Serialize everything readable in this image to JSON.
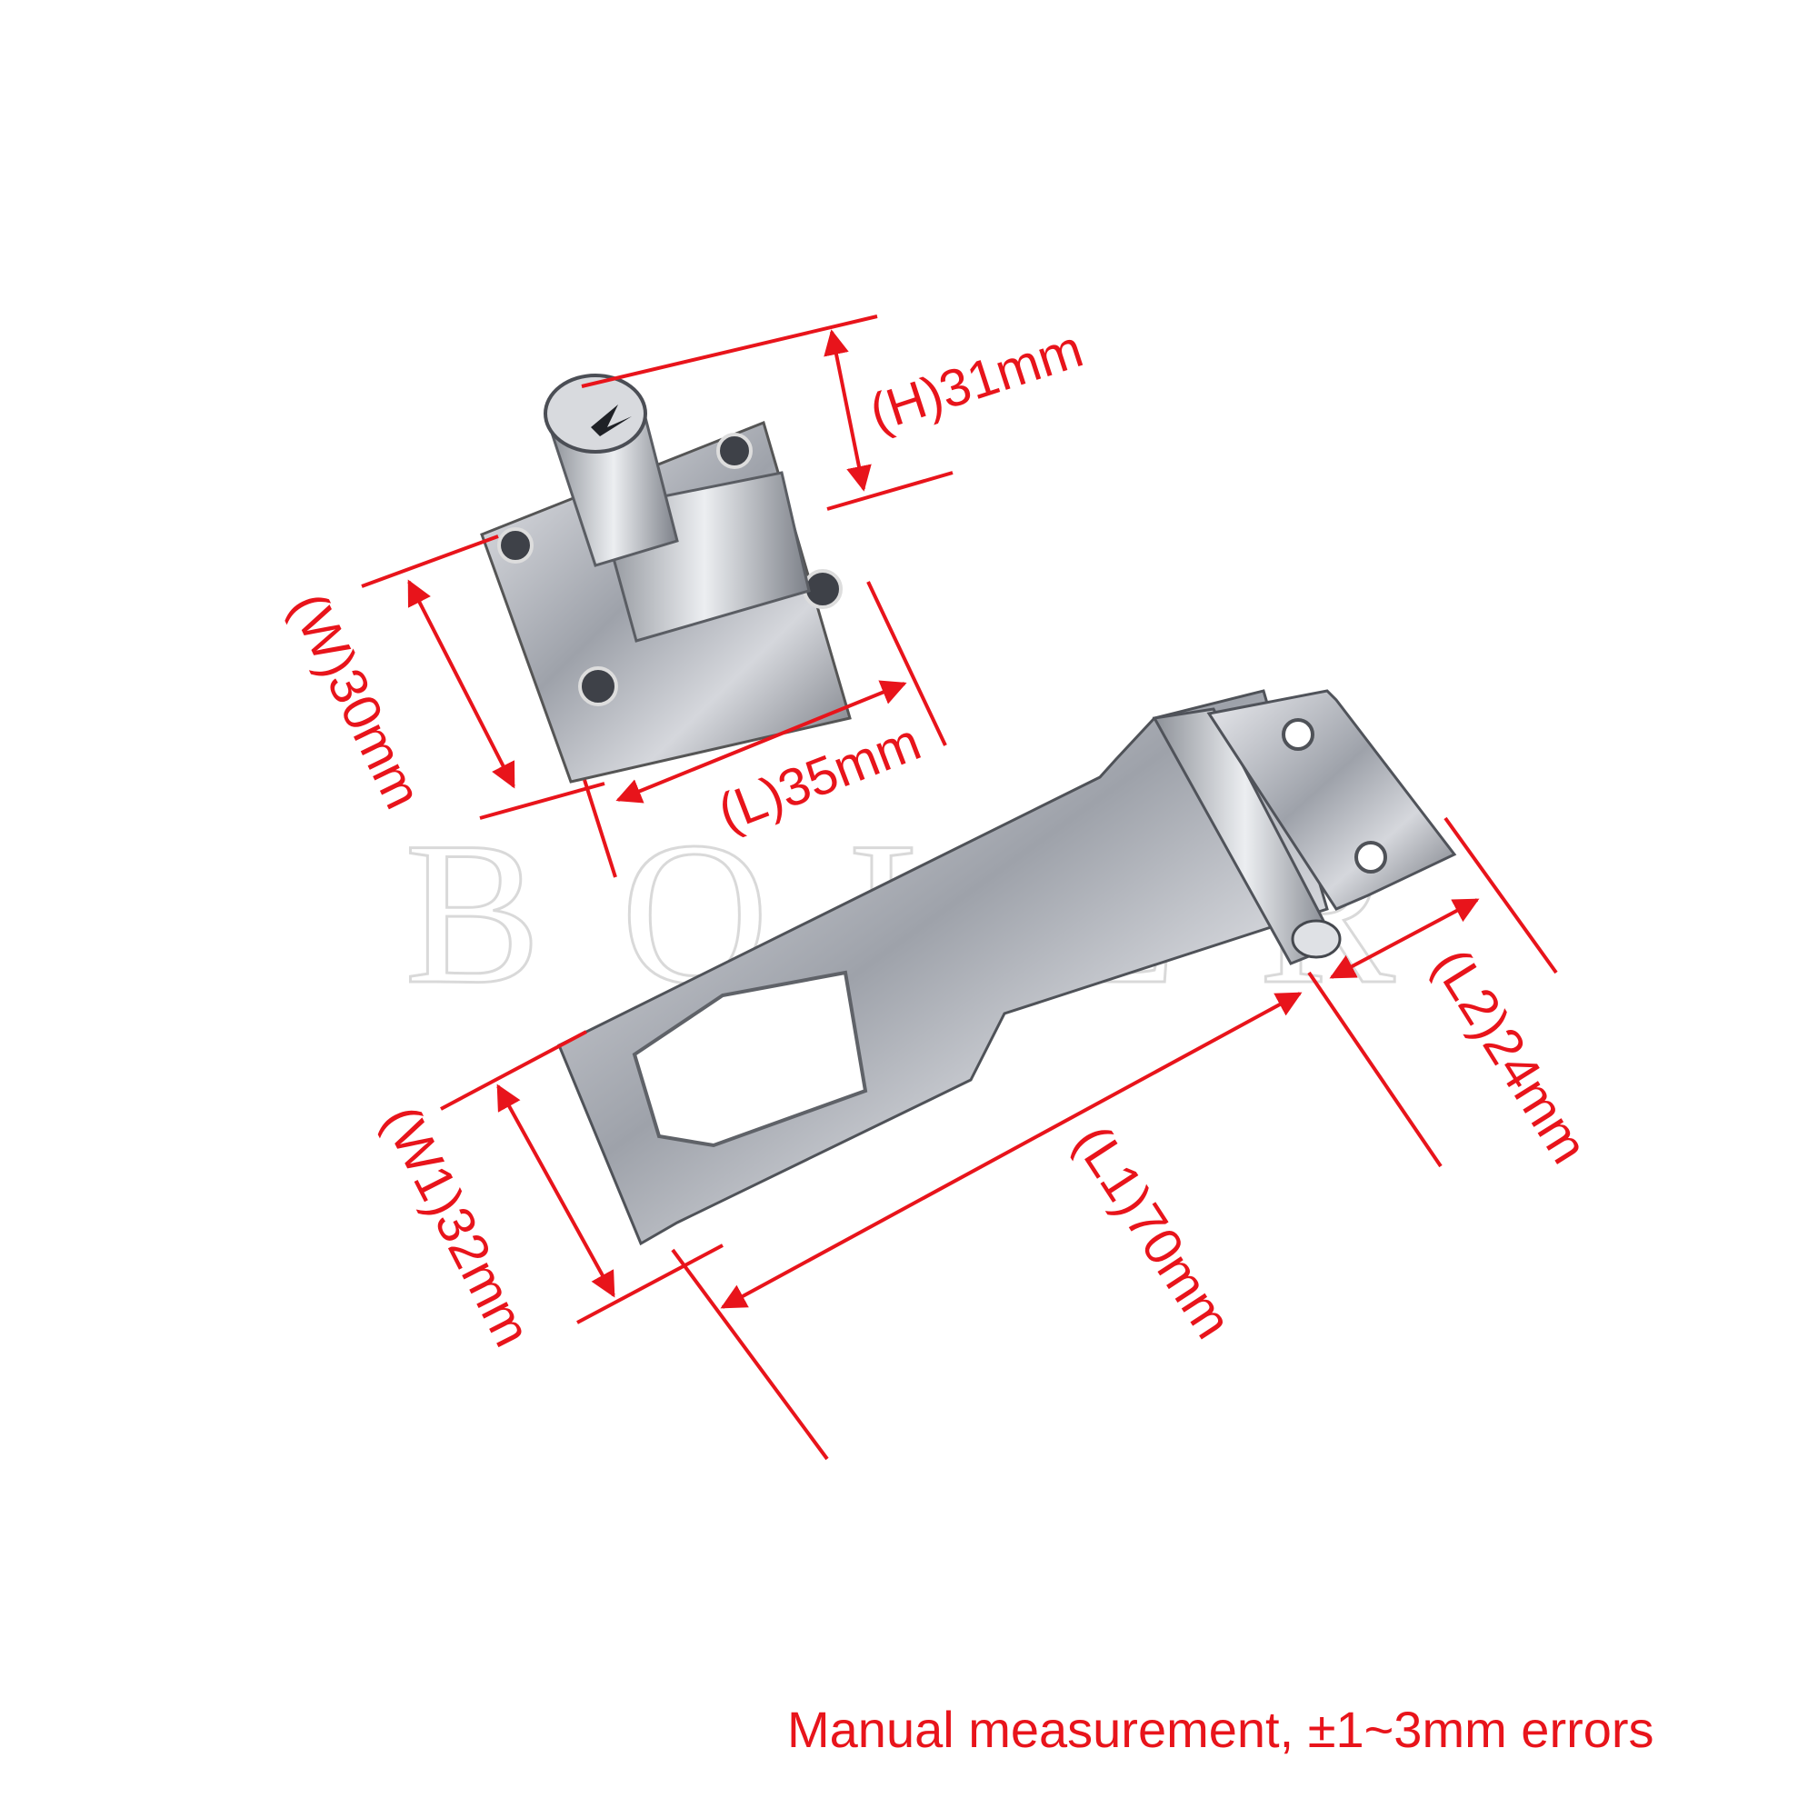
{
  "watermark": "BQLZR",
  "measurements": {
    "height": "(H)31mm",
    "width": "(W)30mm",
    "length": "(L)35mm",
    "width1": "(W1)32mm",
    "length1": "(L1)70mm",
    "length2": "(L2)24mm"
  },
  "note": "Manual measurement,  ±1~3mm errors",
  "colors": {
    "dimension_line": "#e8141b",
    "metal": "#b9bcc2",
    "background": "#ffffff"
  }
}
